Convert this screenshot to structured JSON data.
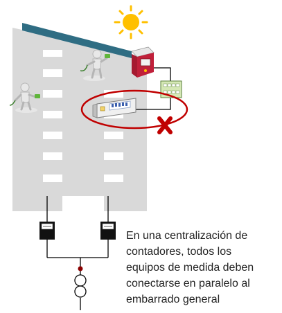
{
  "caption": {
    "lines": [
      "En una centralización de",
      "contadores, todos los",
      "equipos de medida deben",
      "conectarse en paralelo al",
      "embarrado general"
    ]
  },
  "colors": {
    "building": "#d9d9d9",
    "window": "#ffffff",
    "roof_panel": "#2f6d83",
    "sun": "#ffc000",
    "inverter": "#c0203a",
    "highlight_ellipse": "#c00000",
    "forbidden_mark": "#c00000",
    "wiring": "#000000",
    "junction_dot": "#8b0000",
    "meter_panel": "#d5e8b5"
  },
  "icons": [
    "sun-icon",
    "solar-panel-icon",
    "inverter-icon",
    "consumer-figure-icon",
    "distribution-board-icon",
    "meter-panel-icon",
    "electricity-meter-icon",
    "transformer-icon",
    "forbidden-cross-icon"
  ]
}
